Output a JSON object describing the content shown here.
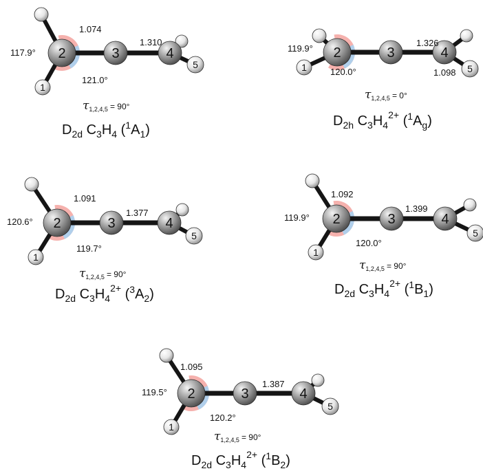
{
  "colors": {
    "angle_upper": "#f4a9a4",
    "angle_lower": "#a9d3f2",
    "bond": "#151515",
    "atom_dark": "#8a8a8a",
    "atom_light": "#f2f2f2"
  },
  "atom_labels": {
    "a1": "1",
    "a2": "2",
    "a3": "3",
    "a4": "4",
    "a5": "5"
  },
  "tau": {
    "symbol": "τ",
    "sub": "1,2,4,5"
  },
  "panels": [
    {
      "bond_ch": "1.074",
      "bond_cc": "1.310",
      "bond_ch_end": "",
      "angle_upper": "117.9°",
      "angle_lower": "121.0°",
      "tau_value": "= 90°",
      "caption": {
        "sym": "D",
        "sym_sub": "2d",
        "formula": "C",
        "f_sub1": "3",
        "f_mid": "H",
        "f_sub2": "4",
        "charge": "",
        "term_open": " (",
        "term_sup": "1",
        "term": "A",
        "term_sub": "1",
        "term_close": ")"
      }
    },
    {
      "bond_ch": "",
      "bond_cc": "1.326",
      "bond_ch_end": "1.098",
      "angle_upper": "119.9°",
      "angle_lower": "120.0°",
      "tau_value": "= 0°",
      "caption": {
        "sym": "D",
        "sym_sub": "2h",
        "formula": "C",
        "f_sub1": "3",
        "f_mid": "H",
        "f_sub2": "4",
        "charge": "2+",
        "term_open": " (",
        "term_sup": "1",
        "term": "A",
        "term_sub": "g",
        "term_close": ")"
      }
    },
    {
      "bond_ch": "1.091",
      "bond_cc": "1.377",
      "bond_ch_end": "",
      "angle_upper": "120.6°",
      "angle_lower": "119.7°",
      "tau_value": "= 90°",
      "caption": {
        "sym": "D",
        "sym_sub": "2d",
        "formula": "C",
        "f_sub1": "3",
        "f_mid": "H",
        "f_sub2": "4",
        "charge": "2+",
        "term_open": " (",
        "term_sup": "3",
        "term": "A",
        "term_sub": "2",
        "term_close": ")"
      }
    },
    {
      "bond_ch": "1.092",
      "bond_cc": "1.399",
      "bond_ch_end": "",
      "angle_upper": "119.9°",
      "angle_lower": "120.0°",
      "tau_value": "= 90°",
      "caption": {
        "sym": "D",
        "sym_sub": "2d",
        "formula": "C",
        "f_sub1": "3",
        "f_mid": "H",
        "f_sub2": "4",
        "charge": "2+",
        "term_open": " (",
        "term_sup": "1",
        "term": "B",
        "term_sub": "1",
        "term_close": ")"
      }
    },
    {
      "bond_ch": "1.095",
      "bond_cc": "1.387",
      "bond_ch_end": "",
      "angle_upper": "119.5°",
      "angle_lower": "120.2°",
      "tau_value": "= 90°",
      "caption": {
        "sym": "D",
        "sym_sub": "2d",
        "formula": "C",
        "f_sub1": "3",
        "f_mid": "H",
        "f_sub2": "4",
        "charge": "2+",
        "term_open": " (",
        "term_sup": "1",
        "term": "B",
        "term_sub": "2",
        "term_close": ")"
      }
    }
  ]
}
